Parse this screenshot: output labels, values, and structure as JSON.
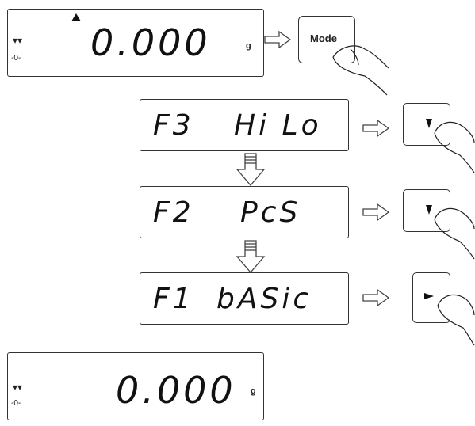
{
  "panels": {
    "top": {
      "value": "0.000",
      "unit": "g",
      "zero": "-0-"
    },
    "f3": {
      "code": "F3",
      "mode": "Hi Lo"
    },
    "f2": {
      "code": "F2",
      "mode": "PcS"
    },
    "f1": {
      "code": "F1",
      "mode": "bASic"
    },
    "bottom": {
      "value": "0.000",
      "unit": "g",
      "zero": "-0-"
    }
  },
  "buttons": {
    "mode_label": "Mode"
  }
}
